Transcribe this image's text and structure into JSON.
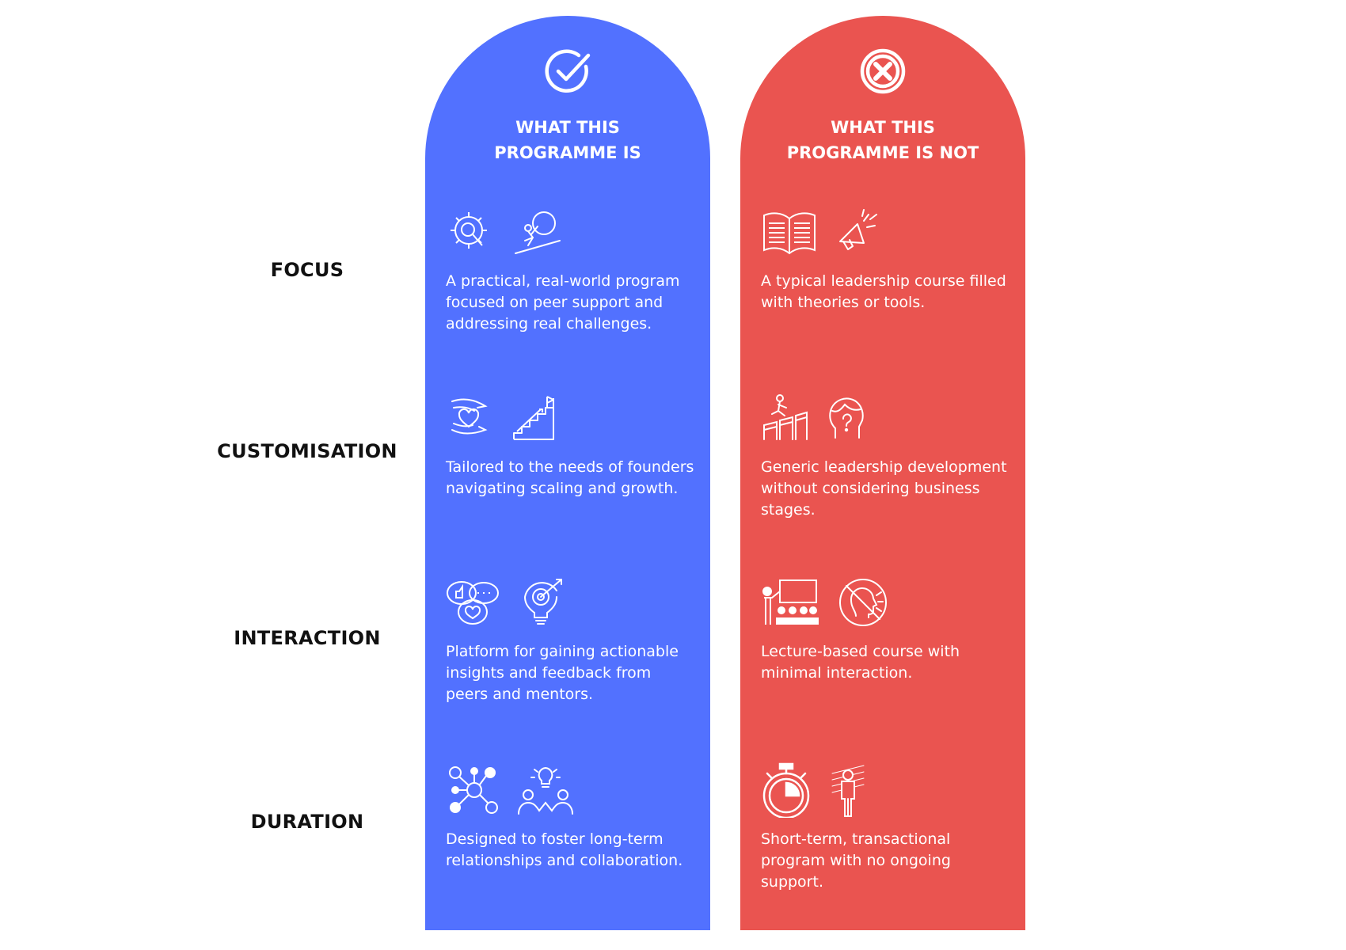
{
  "colors": {
    "is_column": "#5271FF",
    "not_column": "#EA5450",
    "label_text": "#111111"
  },
  "rows": [
    {
      "label": "FOCUS"
    },
    {
      "label": "CUSTOMISATION"
    },
    {
      "label": "INTERACTION"
    },
    {
      "label": "DURATION"
    }
  ],
  "columns": [
    {
      "title": "WHAT THIS PROGRAMME IS",
      "title_line1": "WHAT THIS",
      "title_line2": "PROGRAMME IS",
      "header_icon": "check-circle-icon",
      "cells": [
        {
          "icons": [
            "gear-search-icon",
            "climber-boulder-icon"
          ],
          "text": "A practical, real-world program focused on peer support and addressing real challenges."
        },
        {
          "icons": [
            "hands-heart-icon",
            "stairs-flag-icon"
          ],
          "text": "Tailored to the needs of founders navigating scaling and growth."
        },
        {
          "icons": [
            "chat-bubbles-icon",
            "lightbulb-target-icon"
          ],
          "text": "Platform for gaining actionable insights and feedback from peers and mentors."
        },
        {
          "icons": [
            "people-network-icon",
            "team-idea-icon"
          ],
          "text": "Designed to foster long-term relationships and collaboration."
        }
      ]
    },
    {
      "title": "WHAT THIS PROGRAMME IS NOT",
      "title_line1": "WHAT THIS",
      "title_line2": "PROGRAMME IS NOT",
      "header_icon": "x-circle-icon",
      "cells": [
        {
          "icons": [
            "open-book-icon",
            "megaphone-icon"
          ],
          "text": "A typical leadership course filled with theories or tools."
        },
        {
          "icons": [
            "hurdle-runner-icon",
            "head-question-icon"
          ],
          "text": "Generic leadership development without considering business stages."
        },
        {
          "icons": [
            "lecture-presenter-icon",
            "no-talking-icon"
          ],
          "text": "Lecture-based course with minimal interaction."
        },
        {
          "icons": [
            "stopwatch-icon",
            "standing-person-icon"
          ],
          "text": "Short-term, transactional program with no ongoing support."
        }
      ]
    }
  ]
}
